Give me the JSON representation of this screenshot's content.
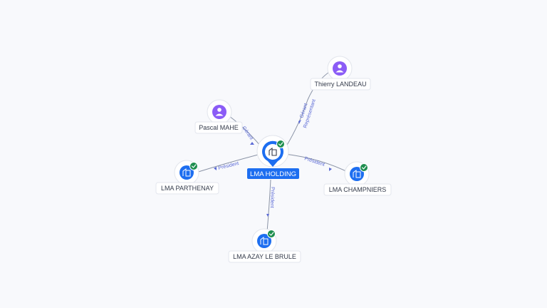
{
  "graph": {
    "center": {
      "label": "LMA HOLDING",
      "type": "company",
      "icon": "building-icon",
      "verified": true
    },
    "nodes": {
      "thierry": {
        "label": "Thierry LANDEAU",
        "type": "person",
        "icon": "person-icon"
      },
      "pascal": {
        "label": "Pascal MAHE",
        "type": "person",
        "icon": "person-icon"
      },
      "parthenay": {
        "label": "LMA PARTHENAY",
        "type": "company",
        "icon": "building-icon",
        "verified": true
      },
      "champniers": {
        "label": "LMA CHAMPNIERS",
        "type": "company",
        "icon": "building-icon",
        "verified": true
      },
      "azay": {
        "label": "LMA AZAY LE BRULE",
        "type": "company",
        "icon": "building-icon",
        "verified": true
      }
    },
    "edges": {
      "thierry_gerant": "Gérant",
      "thierry_representant": "Représentant",
      "pascal_gerant": "Gérant",
      "parthenay_president": "Président",
      "champniers_president": "Président",
      "azay_president": "Président"
    }
  },
  "colors": {
    "company": "#1d6ef0",
    "person": "#8b5cf6",
    "verified": "#1e8e4f",
    "edge_label": "#5b6ad6"
  }
}
